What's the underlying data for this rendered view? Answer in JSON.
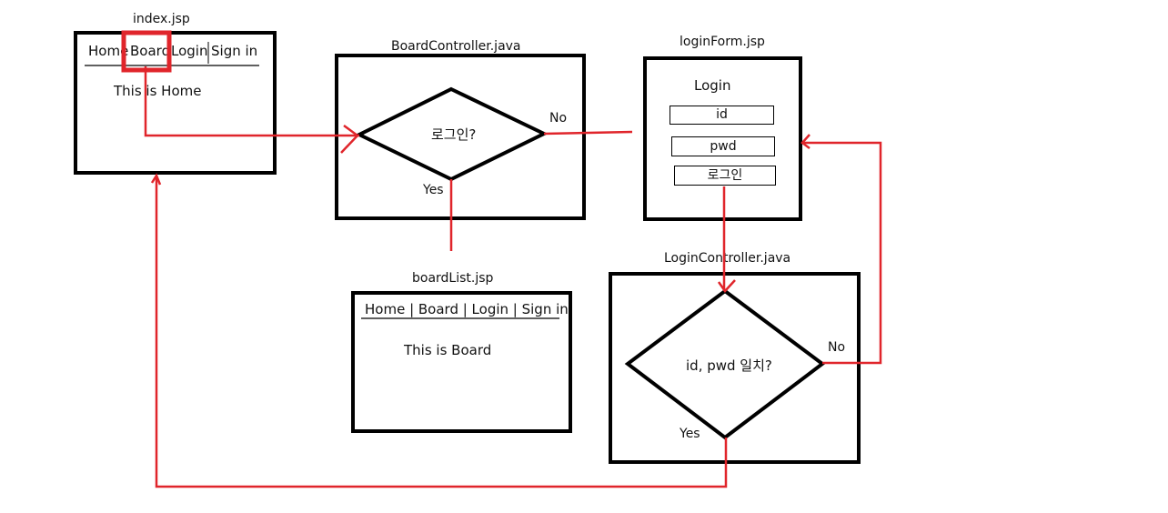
{
  "colors": {
    "arrow": "#e0252b",
    "border": "#000000",
    "background": "#ffffff"
  },
  "index": {
    "title": "index.jsp",
    "nav": {
      "home": "Home",
      "board": "Board",
      "login": "Login",
      "signin": "Sign in"
    },
    "body": "This is Home"
  },
  "board_controller": {
    "title": "BoardController.java",
    "decision": "로그인?",
    "no": "No",
    "yes": "Yes"
  },
  "login_form": {
    "title": "loginForm.jsp",
    "heading": "Login",
    "id_field": "id",
    "pwd_field": "pwd",
    "submit": "로그인"
  },
  "board_list": {
    "title": "boardList.jsp",
    "nav": "Home | Board | Login | Sign in",
    "body": "This is Board"
  },
  "login_controller": {
    "title": "LoginController.java",
    "decision": "id, pwd 일치?",
    "no": "No",
    "yes": "Yes"
  }
}
